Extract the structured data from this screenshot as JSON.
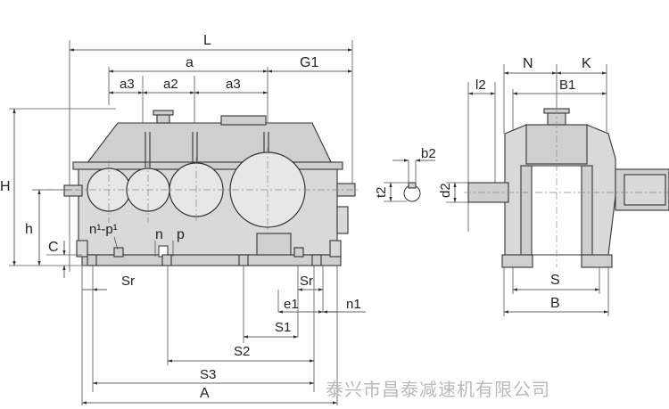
{
  "diagram": {
    "front_view_labels": {
      "L": "L",
      "a": "a",
      "G1": "G1",
      "a3_left": "a3",
      "a2": "a2",
      "a3_right": "a3",
      "H": "H",
      "h": "h",
      "C": "C",
      "n1_p1": "n¹-p¹",
      "n": "n",
      "p": "p",
      "Sr_left": "Sr",
      "Sr_right": "Sr",
      "e1": "e1",
      "n1": "n1",
      "S1": "S1",
      "S2": "S2",
      "S3": "S3",
      "A": "A"
    },
    "keyway_labels": {
      "b2": "b2",
      "t2": "t2",
      "d2": "d2"
    },
    "side_view_labels": {
      "N": "N",
      "K": "K",
      "l2": "l2",
      "B1": "B1",
      "S": "S",
      "B": "B"
    },
    "watermark": "泰兴市昌泰减速机有限公司"
  }
}
